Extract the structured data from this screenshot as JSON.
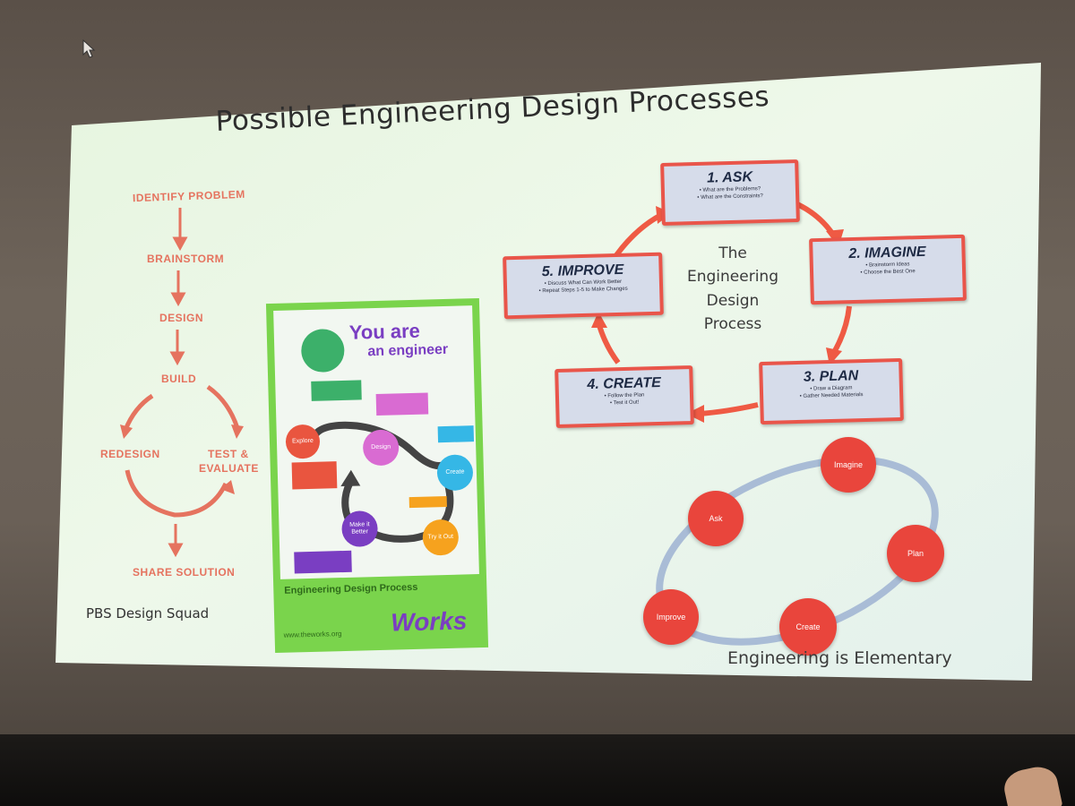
{
  "title": "Possible Engineering Design Processes",
  "pbs": {
    "steps": [
      "IDENTIFY PROBLEM",
      "BRAINSTORM",
      "DESIGN",
      "BUILD",
      "TEST &",
      "EVALUATE",
      "REDESIGN",
      "SHARE SOLUTION"
    ],
    "caption": "PBS Design Squad"
  },
  "poster": {
    "you_are": "You are",
    "an_engineer": "an engineer",
    "nodes": [
      "Explore",
      "Design",
      "Create",
      "Make it Better",
      "Try it Out"
    ],
    "banner": "Engineering Design Process",
    "url": "www.theworks.org",
    "logo": "Works",
    "colors": {
      "green": "#7ad44c",
      "purple": "#7a3ec2",
      "pink": "#d96bd2",
      "blue": "#35b7e6",
      "orange": "#f6a21e",
      "red": "#e9553f"
    }
  },
  "edp": {
    "center": [
      "The",
      "Engineering",
      "Design",
      "Process"
    ],
    "steps": [
      {
        "head": "1. ASK",
        "bullets": [
          "• What are the Problems?",
          "• What are the Constraints?"
        ]
      },
      {
        "head": "2. IMAGINE",
        "bullets": [
          "• Brainstorm Ideas",
          "• Choose the Best One"
        ]
      },
      {
        "head": "3. PLAN",
        "bullets": [
          "• Draw a Diagram",
          "• Gather Needed Materials"
        ]
      },
      {
        "head": "4. CREATE",
        "bullets": [
          "• Follow the Plan",
          "• Test it Out!"
        ]
      },
      {
        "head": "5. IMPROVE",
        "bullets": [
          "• Discuss What Can Work Better",
          "• Repeat Steps 1-5 to Make Changes"
        ]
      }
    ],
    "accent": "#e9554a"
  },
  "eie": {
    "nodes": [
      "Imagine",
      "Ask",
      "Plan",
      "Improve",
      "Create"
    ],
    "caption": "Engineering is Elementary"
  }
}
